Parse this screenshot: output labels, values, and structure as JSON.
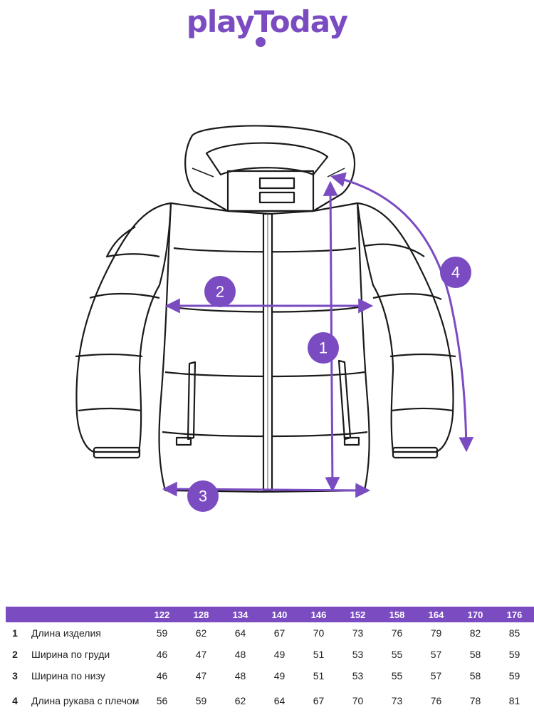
{
  "brand": {
    "logo_text": "playToday",
    "accent": "#7a4bc1"
  },
  "diagram": {
    "markers": [
      {
        "id": "1",
        "label": "1"
      },
      {
        "id": "2",
        "label": "2"
      },
      {
        "id": "3",
        "label": "3"
      },
      {
        "id": "4",
        "label": "4"
      }
    ]
  },
  "size_table": {
    "sizes": [
      "122",
      "128",
      "134",
      "140",
      "146",
      "152",
      "158",
      "164",
      "170",
      "176"
    ],
    "rows": [
      {
        "num": "1",
        "label": "Длина изделия",
        "values": [
          "59",
          "62",
          "64",
          "67",
          "70",
          "73",
          "76",
          "79",
          "82",
          "85"
        ]
      },
      {
        "num": "2",
        "label": "Ширина по груди",
        "values": [
          "46",
          "47",
          "48",
          "49",
          "51",
          "53",
          "55",
          "57",
          "58",
          "59"
        ]
      },
      {
        "num": "3",
        "label": "Ширина по низу",
        "values": [
          "46",
          "47",
          "48",
          "49",
          "51",
          "53",
          "55",
          "57",
          "58",
          "59"
        ]
      },
      {
        "num": "4",
        "label": "Длина рукава с плечом",
        "values": [
          "56",
          "59",
          "62",
          "64",
          "67",
          "70",
          "73",
          "76",
          "78",
          "81"
        ]
      }
    ]
  }
}
